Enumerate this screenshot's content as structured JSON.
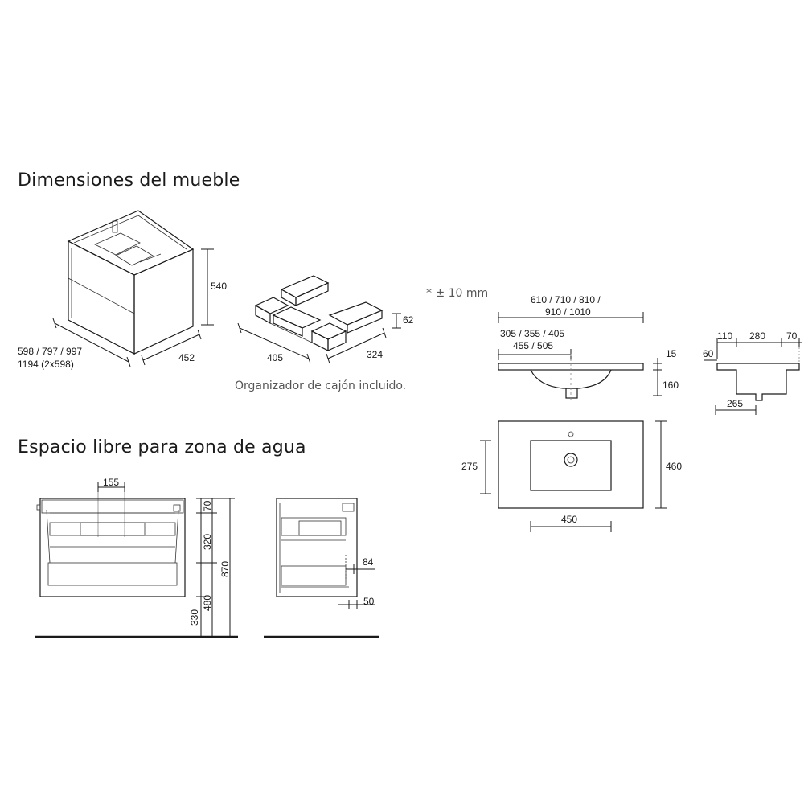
{
  "headings": {
    "furniture": "Dimensiones del mueble",
    "water_zone": "Espacio libre para zona de agua"
  },
  "notes": {
    "organizer": "Organizador de cajón incluido.",
    "tolerance": "* ± 10 mm"
  },
  "cabinet": {
    "width_line1": "598 / 797 / 997",
    "width_line2": "1194 (2x598)",
    "height": "540",
    "depth": "452"
  },
  "organizer": {
    "width": "405",
    "depth": "324",
    "height": "62"
  },
  "basin_section": {
    "total_width_line1": "610 / 710 / 810 /",
    "total_width_line2": "910 / 1010",
    "center_line1": "305 / 355 / 405",
    "center_line2": "455 / 505",
    "top_thickness": "15",
    "bowl_depth": "160"
  },
  "basin_top": {
    "depth": "460",
    "bowl_offset": "275",
    "bowl_width": "450"
  },
  "basin_profile": {
    "d110": "110",
    "d280": "280",
    "d70": "70",
    "d60": "60",
    "d265": "265"
  },
  "front_view": {
    "siphon_width": "155",
    "d70": "70",
    "d320": "320",
    "d480": "480",
    "d330": "330",
    "d870": "870"
  },
  "side_view": {
    "d84": "84",
    "d50": "50"
  }
}
